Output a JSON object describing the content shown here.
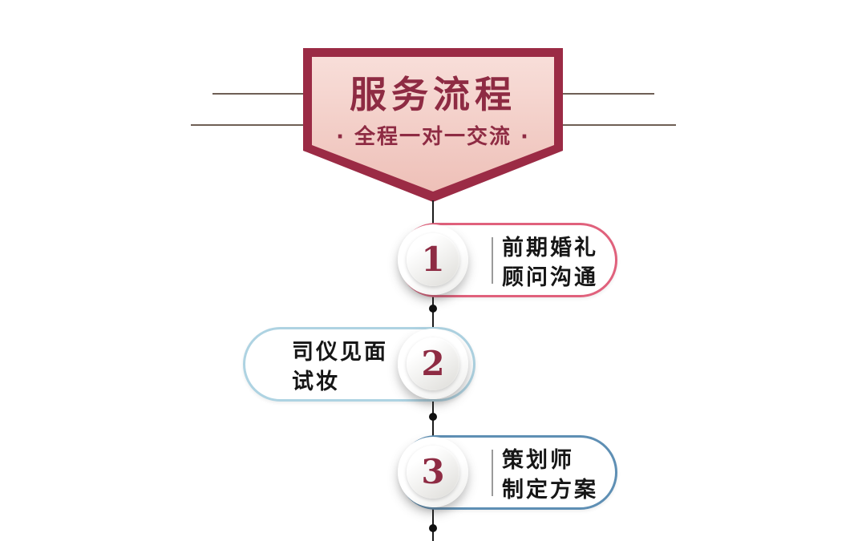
{
  "header": {
    "title": "服务流程",
    "subtitle": "· 全程一对一交流 ·"
  },
  "steps": [
    {
      "number": "1",
      "line1": "前期婚礼",
      "line2": "顾问沟通",
      "side": "right",
      "accent": "#e0617c"
    },
    {
      "number": "2",
      "line1": "司仪见面",
      "line2": "试妆",
      "side": "left",
      "accent": "#aed3e2"
    },
    {
      "number": "3",
      "line1": "策划师",
      "line2": "制定方案",
      "side": "right",
      "accent": "#5e8fb4"
    }
  ],
  "colors": {
    "badge_border": "#9b2b45",
    "badge_fill_top": "#f8ded9",
    "badge_fill_bottom": "#eec0b8",
    "title_text": "#8e2b43",
    "number_text": "#8e2b43",
    "timeline_line": "#1b1b1b",
    "timeline_dot": "#101010",
    "body_text": "#161616",
    "decor_line": "#6e5f55"
  }
}
